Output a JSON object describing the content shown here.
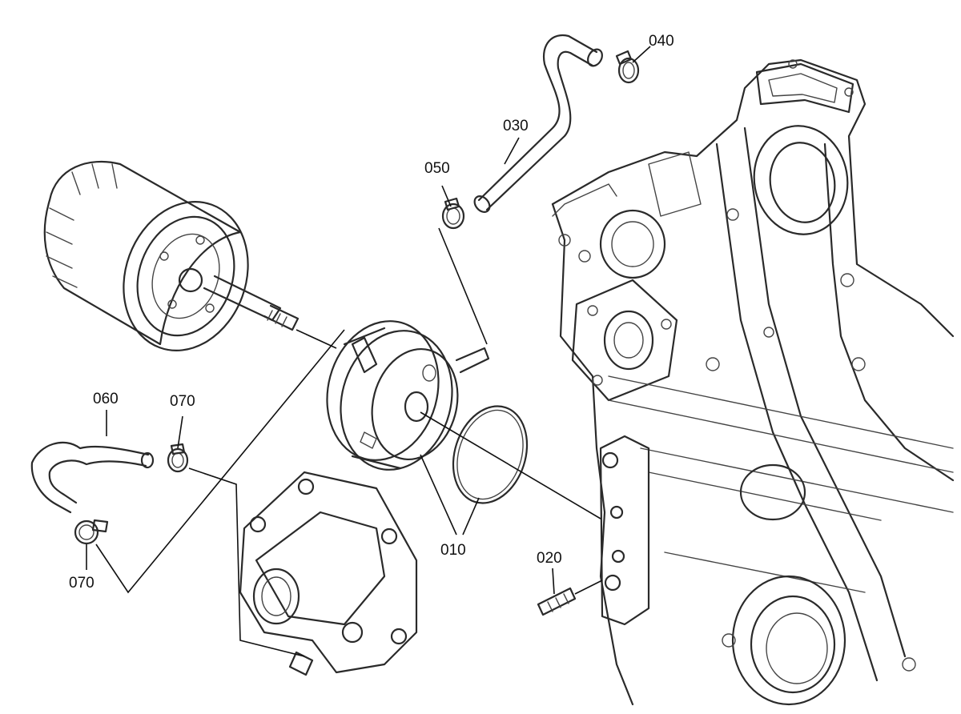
{
  "callouts": {
    "c010": "010",
    "c020": "020",
    "c030": "030",
    "c040": "040",
    "c050": "050",
    "c060": "060",
    "c070a": "070",
    "c070b": "070"
  },
  "colors": {
    "line": "#2a2a2a",
    "background": "#ffffff"
  }
}
